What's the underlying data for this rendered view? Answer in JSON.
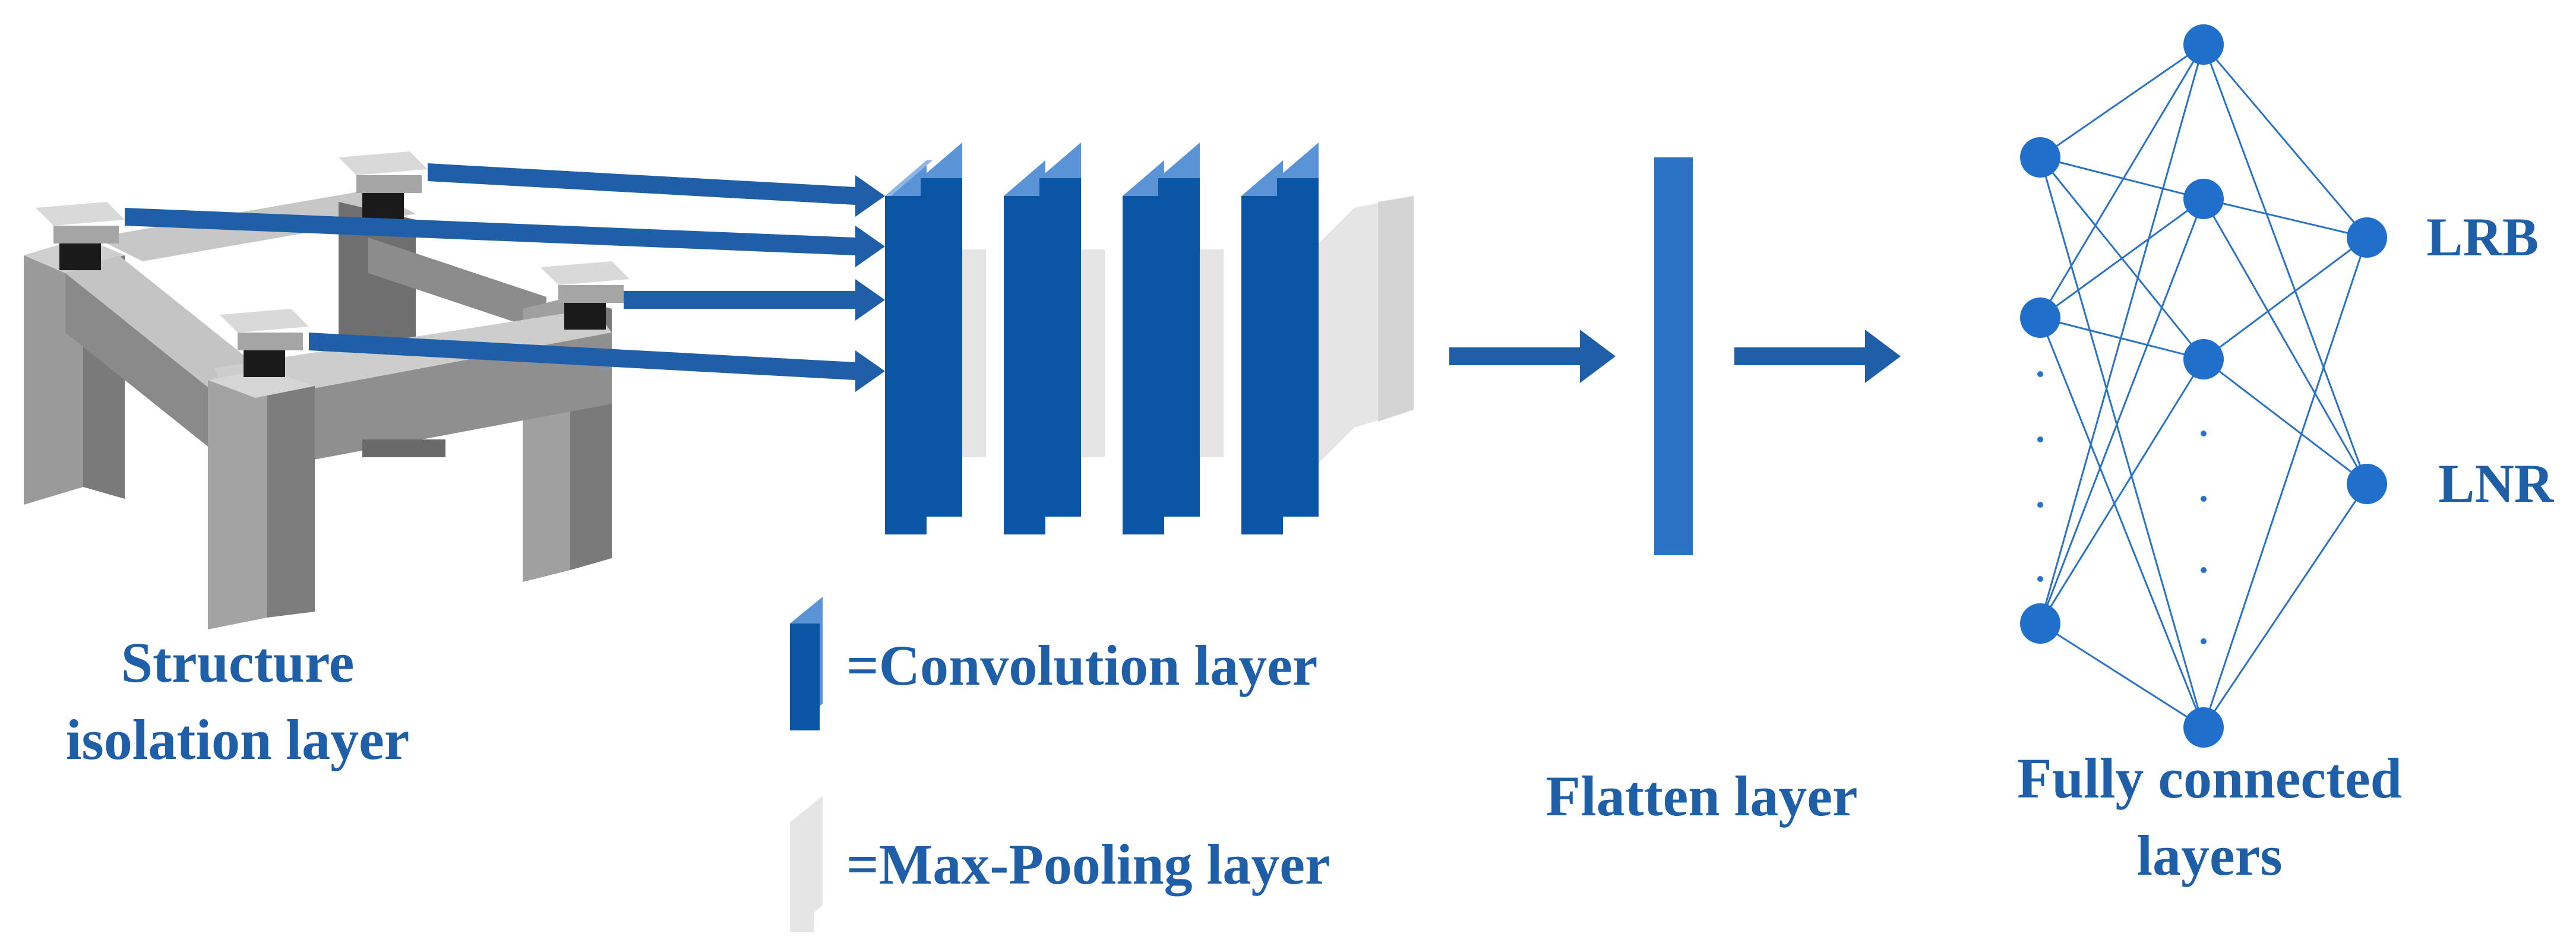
{
  "colors": {
    "primary_blue": "#1f5fa8",
    "conv_dark": "#0a56a4",
    "conv_light": "#5b94d6",
    "pooling": "#e5e5e5",
    "pooling_shade": "#c9c9c9",
    "frame_light": "#b9b9b9",
    "frame_mid": "#8e8e8e",
    "frame_dark": "#6a6a6a",
    "bearing_rubber": "#1a1a1a"
  },
  "structure": {
    "label_line1": "Structure",
    "label_line2": "isolation layer"
  },
  "legend": {
    "convolution_label": "=Convolution layer",
    "pooling_label": "=Max-Pooling layer"
  },
  "flatten": {
    "label": "Flatten layer"
  },
  "fully_connected": {
    "label_line1": "Fully connected",
    "label_line2": "layers"
  },
  "outputs": {
    "items": [
      "LRB",
      "LNR"
    ]
  },
  "icons": {
    "conv_block_group": "conv-block-icon",
    "pool_block_group": "pool-block-icon",
    "arrow": "arrow-icon",
    "bearing": "bearing-icon",
    "neuron": "neuron-icon"
  }
}
